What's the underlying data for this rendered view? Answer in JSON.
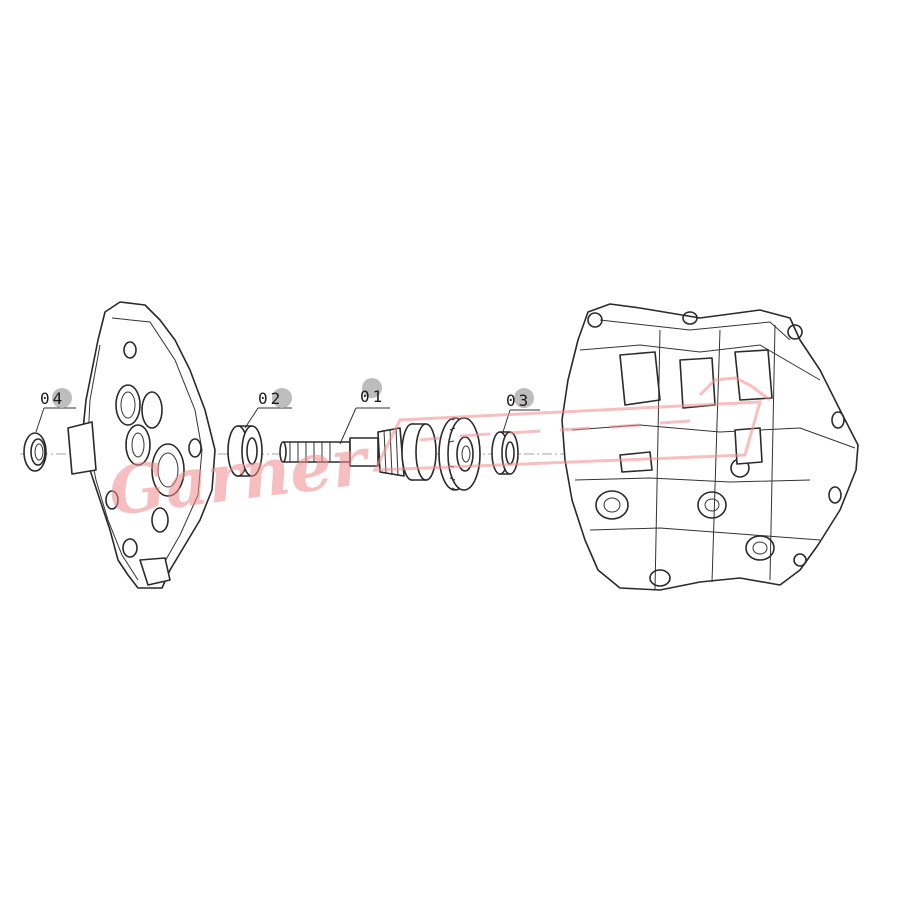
{
  "diagram": {
    "callouts": [
      {
        "id": "c04",
        "label": "04",
        "part": "seal"
      },
      {
        "id": "c02",
        "label": "02",
        "part": "bearing"
      },
      {
        "id": "c01",
        "label": "01",
        "part": "gear-shaft"
      },
      {
        "id": "c03",
        "label": "03",
        "part": "bearing"
      }
    ],
    "watermark": {
      "text": "Garner",
      "color": "#f08a8a"
    },
    "line_color": "#2a2a2a"
  }
}
